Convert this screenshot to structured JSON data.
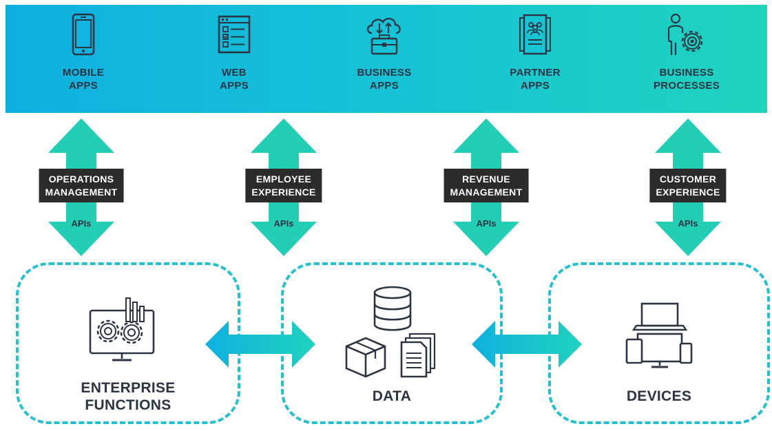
{
  "apps": [
    {
      "label": "MOBILE\nAPPS",
      "icon": "smartphone-icon"
    },
    {
      "label": "WEB\nAPPS",
      "icon": "web-form-icon"
    },
    {
      "label": "BUSINESS\nAPPS",
      "icon": "cloud-briefcase-icon"
    },
    {
      "label": "PARTNER\nAPPS",
      "icon": "partner-document-icon"
    },
    {
      "label": "BUSINESS\nPROCESSES",
      "icon": "person-gear-icon"
    }
  ],
  "categories": [
    {
      "label": "OPERATIONS\nMANAGEMENT",
      "api": "APIs"
    },
    {
      "label": "EMPLOYEE\nEXPERIENCE",
      "api": "APIs"
    },
    {
      "label": "REVENUE\nMANAGEMENT",
      "api": "APIs"
    },
    {
      "label": "CUSTOMER\nEXPERIENCE",
      "api": "APIs"
    }
  ],
  "systems": [
    {
      "label": "ENTERPRISE\nFUNCTIONS",
      "icon": "monitor-gears-icon"
    },
    {
      "label": "DATA",
      "icon": "database-documents-icon"
    },
    {
      "label": "DEVICES",
      "icon": "devices-icon"
    }
  ],
  "colors": {
    "banner_start": "#0fb0e0",
    "banner_end": "#20d3bd",
    "arrow": "#22ceb4",
    "dashed_border": "#22c1cf",
    "label_box": "#2b2b2b",
    "text": "#2a3442"
  }
}
